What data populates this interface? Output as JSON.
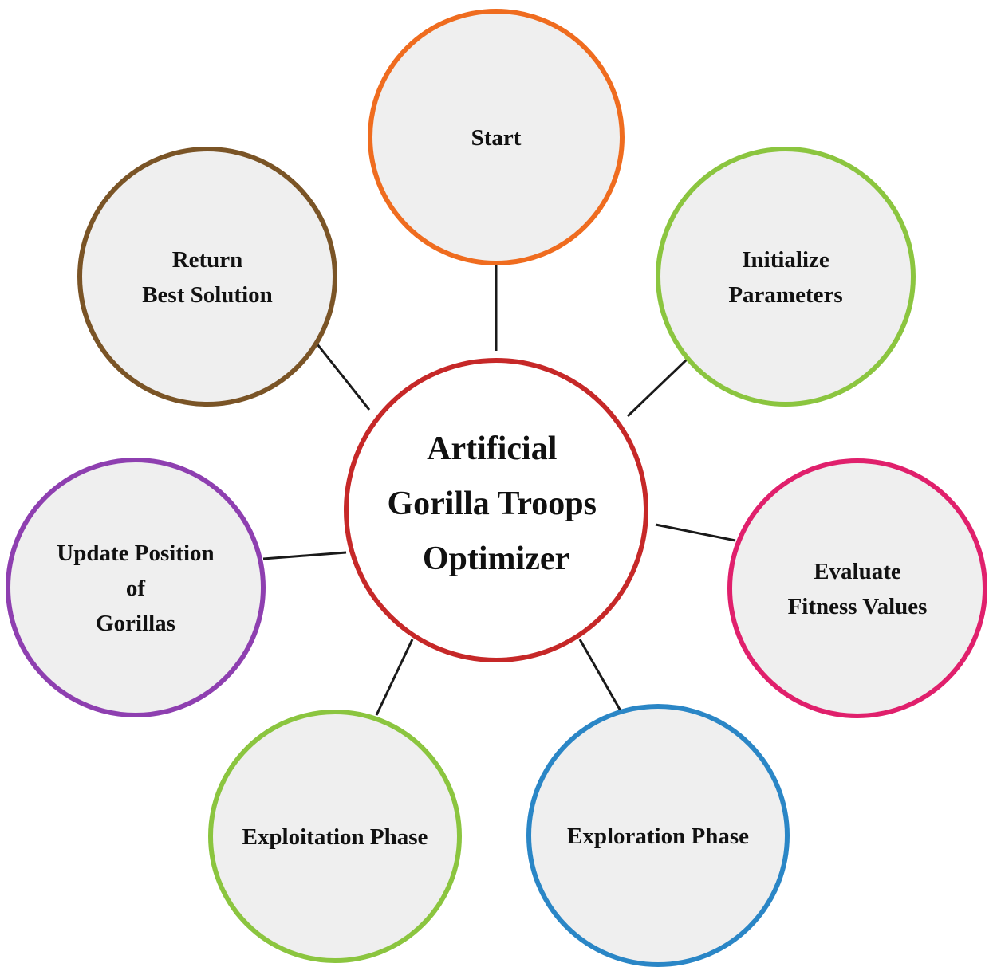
{
  "center": {
    "lines": [
      "Artificial",
      "Gorilla Troops",
      "Optimizer"
    ],
    "color": "#c62828"
  },
  "nodes": [
    {
      "id": "start",
      "lines": [
        "Start"
      ],
      "color": "#ef6c1f"
    },
    {
      "id": "initialize-parameters",
      "lines": [
        "Initialize",
        "Parameters"
      ],
      "color": "#8bc53f"
    },
    {
      "id": "evaluate-fitness-values",
      "lines": [
        "Evaluate",
        "Fitness Values"
      ],
      "color": "#e0206c"
    },
    {
      "id": "exploration-phase",
      "lines": [
        "Exploration Phase"
      ],
      "color": "#2a86c6"
    },
    {
      "id": "exploitation-phase",
      "lines": [
        "Exploitation Phase"
      ],
      "color": "#8bc53f"
    },
    {
      "id": "update-position-of-gorillas",
      "lines": [
        "Update Position",
        "of",
        "Gorillas"
      ],
      "color": "#8e3fb0"
    },
    {
      "id": "return-best-solution",
      "lines": [
        "Return",
        "Best Solution"
      ],
      "color": "#7a5426"
    }
  ]
}
